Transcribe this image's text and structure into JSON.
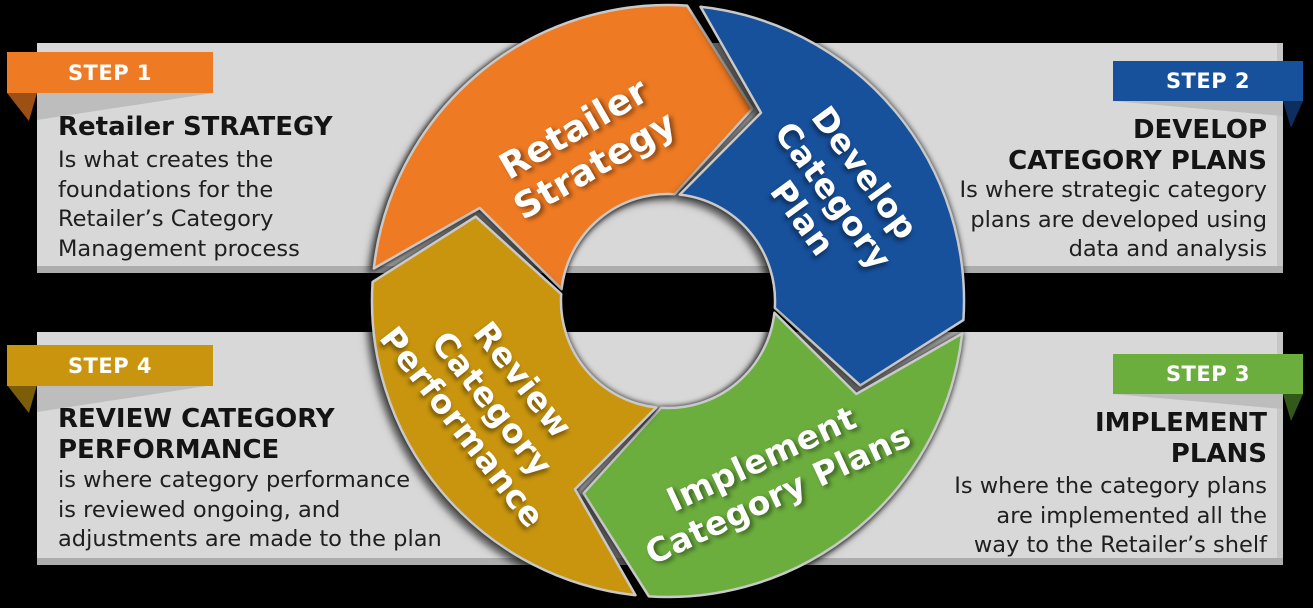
{
  "background_color": "#000000",
  "panel": {
    "bg_color": "#d8d8d8",
    "bottom_edge_color": "#adadad",
    "ribbon_shadow_color": "#bdbdbd",
    "text_color": "#1f1f1f"
  },
  "steps": [
    {
      "ribbon_label": "STEP 1",
      "color": "#ee7a23",
      "fold_color": "#9c5014",
      "side": "left",
      "title_lines": [
        "Retailer STRATEGY"
      ],
      "body_lines": [
        "Is what creates the",
        "foundations for the",
        "Retailer’s Category",
        "Management process"
      ]
    },
    {
      "ribbon_label": "STEP 2",
      "color": "#17509b",
      "fold_color": "#0e2f5e",
      "side": "right",
      "title_lines": [
        "DEVELOP",
        "CATEGORY PLANS"
      ],
      "body_lines": [
        "Is where strategic category",
        "plans are developed using",
        "data and analysis"
      ]
    },
    {
      "ribbon_label": "STEP 3",
      "color": "#6cae3e",
      "fold_color": "#33591a",
      "side": "right",
      "title_lines": [
        "IMPLEMENT",
        "PLANS"
      ],
      "body_lines": [
        "Is where the category plans",
        "are implemented all the",
        "way to the Retailer’s shelf"
      ]
    },
    {
      "ribbon_label": "STEP 4",
      "color": "#c9950e",
      "fold_color": "#7c5d08",
      "side": "left",
      "title_lines": [
        "REVIEW CATEGORY",
        "PERFORMANCE"
      ],
      "body_lines": [
        "is where category performance",
        "is reviewed ongoing, and",
        "adjustments are made to the plan"
      ]
    }
  ],
  "wheel": {
    "flow": "clockwise",
    "label_color": "#ffffff",
    "segments": [
      {
        "name": "retailer-strategy",
        "color": "#ee7a23",
        "label_lines": [
          "Retailer",
          "Strategy"
        ]
      },
      {
        "name": "develop-category-plan",
        "color": "#17509b",
        "label_lines": [
          "Develop",
          "Category",
          "Plan"
        ]
      },
      {
        "name": "implement-category-plans",
        "color": "#6cae3e",
        "label_lines": [
          "Implement",
          "Category Plans"
        ]
      },
      {
        "name": "review-category-performance",
        "color": "#c9950e",
        "label_lines": [
          "Review",
          "Category",
          "Performance"
        ]
      }
    ]
  }
}
